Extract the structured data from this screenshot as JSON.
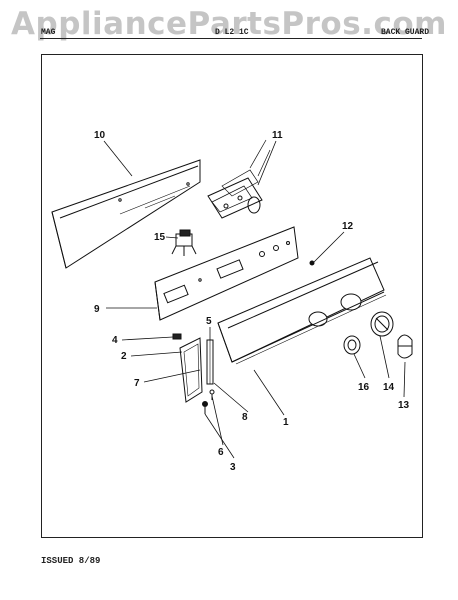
{
  "watermark": "AppliancePartsPros.com",
  "header": {
    "left": "MAG",
    "model": "D L2 1C",
    "section": "BACK GUARD"
  },
  "callouts": [
    "10",
    "11",
    "15",
    "12",
    "9",
    "5",
    "4",
    "2",
    "7",
    "8",
    "1",
    "16",
    "14",
    "13",
    "6",
    "3"
  ],
  "footer": "ISSUED 8/89",
  "colors": {
    "ink": "#111111",
    "watermark": "#969696",
    "paper": "#ffffff"
  }
}
